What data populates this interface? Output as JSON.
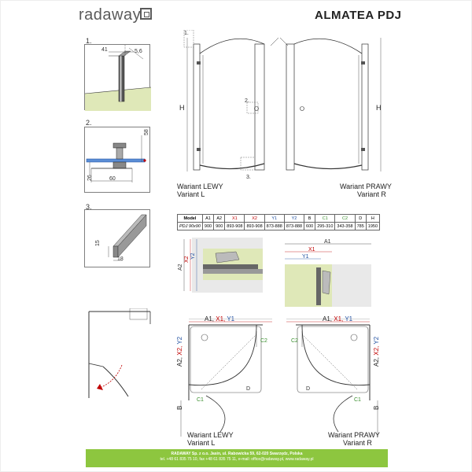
{
  "header": {
    "brand": "radaway",
    "model_title": "ALMATEA PDJ"
  },
  "figures": {
    "fig1": {
      "number": "1.",
      "dims": [
        "41",
        "5,6"
      ]
    },
    "fig2": {
      "number": "2.",
      "dims": [
        "58",
        "26",
        "60"
      ]
    },
    "fig3": {
      "number": "3.",
      "dims": [
        "15",
        "18"
      ]
    }
  },
  "front_views": {
    "left": {
      "variant_pl": "Wariant LEWY",
      "variant_en": "Variant L",
      "callouts": [
        "1.",
        "2.",
        "3."
      ],
      "height_label": "H"
    },
    "right": {
      "variant_pl": "Wariant PRAWY",
      "variant_en": "Variant R",
      "height_label": "H"
    }
  },
  "spec_table": {
    "headers": [
      "Model",
      "A1",
      "A2",
      "X1",
      "X2",
      "Y1",
      "Y2",
      "B",
      "C1",
      "C2",
      "D",
      "H"
    ],
    "row": [
      "PDJ 90x90",
      "900",
      "900",
      "893-908",
      "893-908",
      "873-888",
      "873-888",
      "600",
      "295-310",
      "343-358",
      "785",
      "1950"
    ]
  },
  "detail_views": {
    "left": {
      "labels": [
        "A2",
        "X2",
        "Y2"
      ]
    },
    "right": {
      "labels": [
        "A1",
        "X1",
        "Y1"
      ]
    }
  },
  "plan_views": {
    "left": {
      "top_label_a": "A1,",
      "top_label_x": "X1,",
      "top_label_y": "Y1",
      "side_a": "A2,",
      "side_x": "X2,",
      "side_y": "Y2",
      "b": "B",
      "c1": "C1",
      "c2": "C2",
      "d": "D",
      "variant_pl": "Wariant LEWY",
      "variant_en": "Variant L"
    },
    "right": {
      "top_label_a": "A1,",
      "top_label_x": "X1,",
      "top_label_y": "Y1",
      "side_a": "A2,",
      "side_x": "X2,",
      "side_y": "Y2",
      "b": "B",
      "c1": "C1",
      "c2": "C2",
      "d": "D",
      "variant_pl": "Wariant PRAWY",
      "variant_en": "Variant R"
    }
  },
  "footer": {
    "line1": "RADAWAY Sp. z o.o. Jasin, ul. Rabowicka 59, 62-020 Swarzędz, Polska",
    "line2": "tel. +48 61 835 75 10, fax +48 61 835 75 11, e-mail: office@radaway.pl, www.radaway.pl"
  },
  "colors": {
    "red": "#c00000",
    "blue": "#1f4fa0",
    "green": "#3b8f2f",
    "yellow": "#b89a00",
    "footer": "#8dc63f",
    "wall_fill": "#dfe8b8"
  }
}
